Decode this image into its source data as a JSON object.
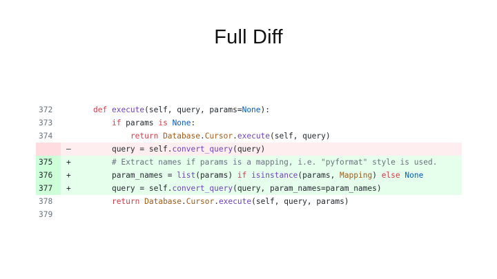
{
  "slide": {
    "title": "Full Diff"
  },
  "colors": {
    "deleted_line_bg": "#ffeef0",
    "deleted_gutter_bg": "#ffdce0",
    "added_line_bg": "#e6ffed",
    "added_gutter_bg": "#cdffd8",
    "keyword": "#d73a49",
    "function": "#6f42c1",
    "constant": "#005cc5",
    "class": "#a35a16",
    "comment": "#6a737d"
  },
  "diff": {
    "lines": [
      {
        "num": "372",
        "sign": "",
        "type": "context",
        "indent": "",
        "tokens": [
          [
            "kw",
            "def"
          ],
          [
            "",
            ""
          ],
          [
            "",
            " "
          ],
          [
            "fn",
            "execute"
          ],
          [
            "",
            "(self, query, params="
          ],
          [
            "cn",
            "None"
          ],
          [
            "",
            "):"
          ]
        ]
      },
      {
        "num": "373",
        "sign": "",
        "type": "context",
        "indent": "    ",
        "tokens": [
          [
            "kw",
            "if"
          ],
          [
            "",
            " params "
          ],
          [
            "kw",
            "is"
          ],
          [
            "",
            " "
          ],
          [
            "cn",
            "None"
          ],
          [
            "",
            ":"
          ]
        ]
      },
      {
        "num": "374",
        "sign": "",
        "type": "context",
        "indent": "        ",
        "tokens": [
          [
            "kw",
            "return"
          ],
          [
            "",
            " "
          ],
          [
            "cls",
            "Database"
          ],
          [
            "",
            "."
          ],
          [
            "cls",
            "Cursor"
          ],
          [
            "",
            "."
          ],
          [
            "fn",
            "execute"
          ],
          [
            "",
            "(self, query)"
          ]
        ]
      },
      {
        "num": "",
        "sign": "-",
        "type": "deleted",
        "indent": "    ",
        "tokens": [
          [
            "",
            "query = self."
          ],
          [
            "fn",
            "convert_query"
          ],
          [
            "",
            "(query)"
          ]
        ]
      },
      {
        "num": "375",
        "sign": "+",
        "type": "added",
        "indent": "    ",
        "tokens": [
          [
            "cm",
            "# Extract names if params is a mapping, i.e. \"pyformat\" style is used."
          ]
        ]
      },
      {
        "num": "376",
        "sign": "+",
        "type": "added",
        "indent": "    ",
        "tokens": [
          [
            "",
            "param_names = "
          ],
          [
            "fn",
            "list"
          ],
          [
            "",
            "(params) "
          ],
          [
            "kw",
            "if"
          ],
          [
            "",
            " "
          ],
          [
            "fn",
            "isinstance"
          ],
          [
            "",
            "(params, "
          ],
          [
            "cls",
            "Mapping"
          ],
          [
            "",
            ") "
          ],
          [
            "kw",
            "else"
          ],
          [
            "",
            " "
          ],
          [
            "cn",
            "None"
          ]
        ]
      },
      {
        "num": "377",
        "sign": "+",
        "type": "added",
        "indent": "    ",
        "tokens": [
          [
            "",
            "query = self."
          ],
          [
            "fn",
            "convert_query"
          ],
          [
            "",
            "(query, param_names=param_names)"
          ]
        ]
      },
      {
        "num": "378",
        "sign": "",
        "type": "context",
        "indent": "    ",
        "tokens": [
          [
            "kw",
            "return"
          ],
          [
            "",
            " "
          ],
          [
            "cls",
            "Database"
          ],
          [
            "",
            "."
          ],
          [
            "cls",
            "Cursor"
          ],
          [
            "",
            "."
          ],
          [
            "fn",
            "execute"
          ],
          [
            "",
            "(self, query, params)"
          ]
        ]
      },
      {
        "num": "379",
        "sign": "",
        "type": "context",
        "indent": "",
        "tokens": []
      }
    ]
  }
}
